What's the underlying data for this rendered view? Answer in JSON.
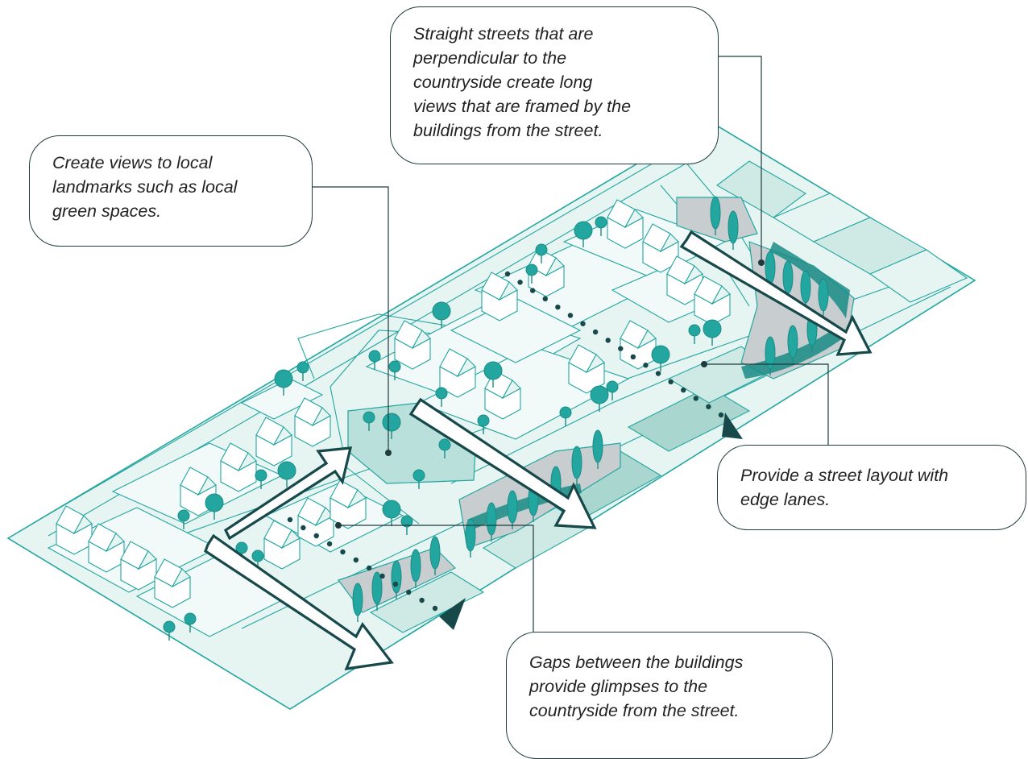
{
  "colors": {
    "teal": "#23a6a0",
    "teal_dark": "#1a8c86",
    "fill_light": "#e6f4f2",
    "fill_mid": "#cfe9e5",
    "fill_dark": "#a9d6cf",
    "green_space": "#b9e0da",
    "grey": "#c8ced0",
    "arrow_dark": "#17484a",
    "leader": "#1f3b3d"
  },
  "icons": [
    "view-arrow-icon",
    "tree-icon",
    "house-icon"
  ],
  "callouts": {
    "top": {
      "lines": [
        "Straight streets that are",
        "perpendicular to the",
        "countryside create long",
        "views that are framed by the",
        "buildings from the street."
      ]
    },
    "left": {
      "lines": [
        "Create views to local",
        "landmarks such as local",
        "green spaces."
      ]
    },
    "right": {
      "lines": [
        "Provide a street layout with",
        "edge lanes."
      ]
    },
    "bottom": {
      "lines": [
        "Gaps between the buildings",
        "provide glimpses to the",
        "countryside from the street."
      ]
    }
  }
}
